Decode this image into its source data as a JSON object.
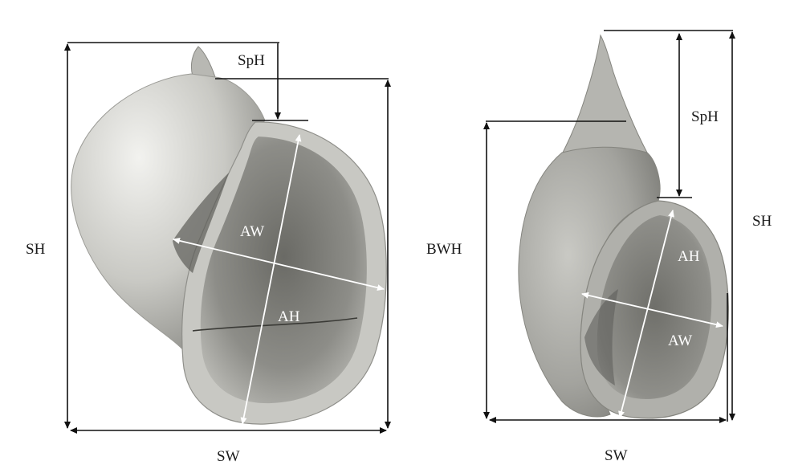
{
  "left_shell": {
    "labels": {
      "SH": "SH",
      "SpH": "SpH",
      "SW": "SW",
      "AW": "AW",
      "AH": "AH"
    }
  },
  "right_shell": {
    "labels": {
      "SH": "SH",
      "SpH": "SpH",
      "SW": "SW",
      "BWH": "BWH",
      "AW": "AW",
      "AH": "AH"
    }
  },
  "colors": {
    "line": "#111111",
    "inner_arrow": "#ffffff",
    "shell_light": "#d9d9d5",
    "shell_mid": "#a9a9a4",
    "shell_dark": "#6f6f6a"
  }
}
